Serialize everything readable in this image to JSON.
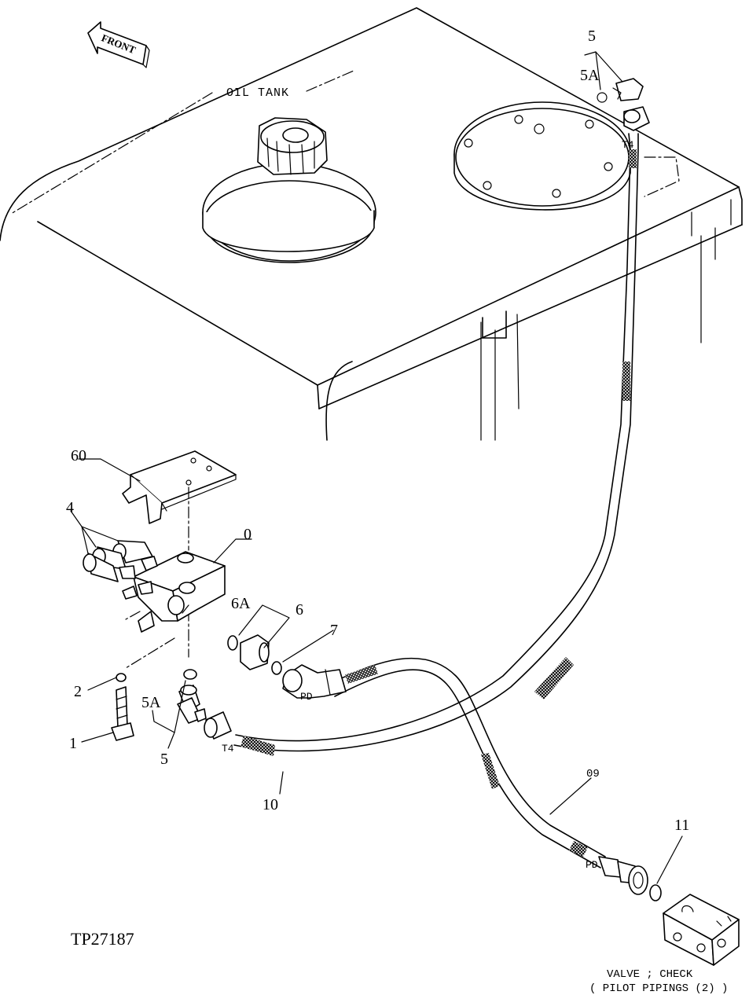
{
  "labels": {
    "front": "FRONT",
    "oil_tank": "OIL TANK",
    "p0": "0",
    "p1": "1",
    "p2": "2",
    "p4": "4",
    "p5_top": "5",
    "p5a_top": "5A",
    "p5_bottom": "5",
    "p5a_bottom": "5A",
    "p6": "6",
    "p6a": "6A",
    "p7": "7",
    "p09": "09",
    "p10": "10",
    "p11": "11",
    "p60": "60",
    "t4_top": "T4",
    "t4_bottom": "T4",
    "pd_left": "PD",
    "pd_right": "PD",
    "drawing_id": "TP27187",
    "valve_line1": "VALVE ; CHECK",
    "valve_line2": "( PILOT PIPINGS (2) )"
  }
}
